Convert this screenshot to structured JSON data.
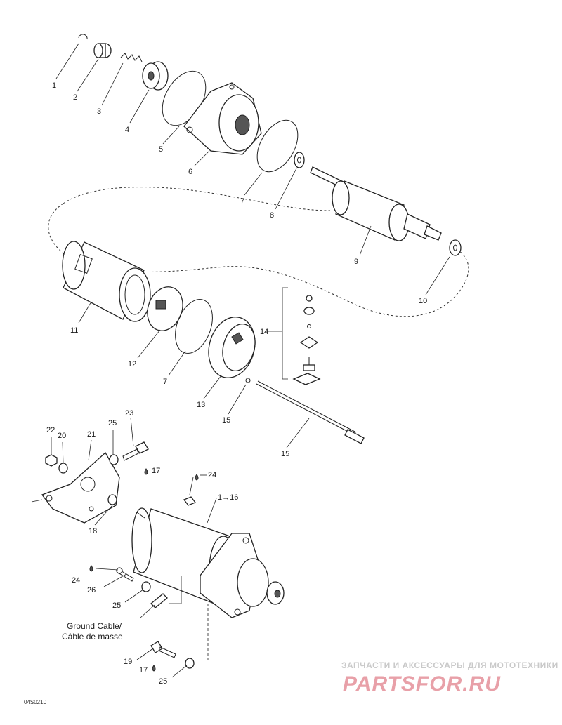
{
  "callouts": {
    "c1": "1",
    "c2": "2",
    "c3": "3",
    "c4": "4",
    "c5": "5",
    "c6": "6",
    "c7a": "7",
    "c8": "8",
    "c9": "9",
    "c10": "10",
    "c11": "11",
    "c12": "12",
    "c7b": "7",
    "c13": "13",
    "c14": "14",
    "c15a": "15",
    "c15b": "15",
    "c22": "22",
    "c20": "20",
    "c21": "21",
    "c25a": "25",
    "c23": "23",
    "c17a": "17",
    "c24a": "24",
    "c1to16": "1→16",
    "c18": "18",
    "c24b": "24",
    "c26": "26",
    "c25b": "25",
    "c19": "19",
    "c17b": "17",
    "c25c": "25"
  },
  "caption": {
    "line1": "Ground Cable/",
    "line2": "Câble de masse"
  },
  "figure_code": "04S0210",
  "watermark": {
    "tagline": "ЗАПЧАСТИ И АКСЕССУАРЫ ДЛЯ МОТОТЕХНИКИ",
    "logo": "PARTSFOR.RU",
    "logo_color": "#e8a0a8"
  },
  "colors": {
    "line": "#222222",
    "background": "#ffffff"
  }
}
